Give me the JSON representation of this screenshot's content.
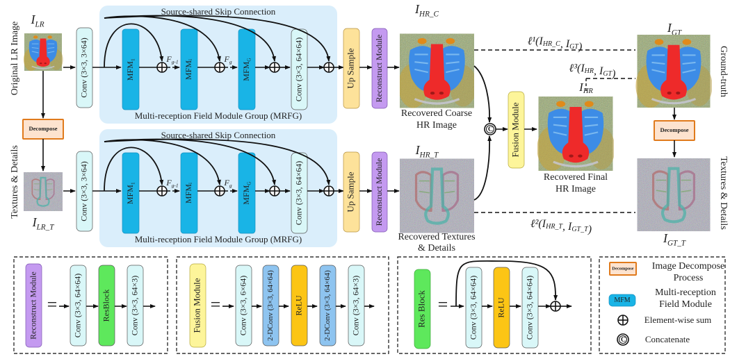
{
  "colors": {
    "mrfg_bg": "#daeefb",
    "mfm": "#19b4e6",
    "conv": "#d9f7f8",
    "upsample": "#fde29a",
    "reconstruct": "#c49af0",
    "fusion": "#fdf59a",
    "resblock": "#5ee85c",
    "relu": "#fcc515",
    "dconv": "#8ec4f0",
    "decompose_fill": "#fde3cf",
    "decompose_border": "#e07a1c",
    "line": "#111111"
  },
  "top_branch": {
    "row_label": "Original LR Image",
    "input_label": "I_LR",
    "conv_in": "Conv (3×3, 3×64)",
    "skip_title": "Source-shared Skip Connection",
    "mfm": [
      "MFM₁",
      "MFMᵢ",
      "MFM_G"
    ],
    "f_labels": [
      "F_g-1",
      "F_g"
    ],
    "conv_out": "Conv (3×3, 64×64)",
    "group_title": "Multi-reception Field Module Group  (MRFG)",
    "upsample": "Up Sample",
    "reconstruct": "Reconstruct Module",
    "output_label": "I_HR_C",
    "output_caption": [
      "Recovered Coarse",
      "HR Image"
    ]
  },
  "bottom_branch": {
    "row_label": "Textures & Details",
    "input_label": "I_LR_T",
    "conv_in": "Conv (3×3, 3×64)",
    "skip_title": "Source-shared Skip Connection",
    "mfm": [
      "MFM₁",
      "MFMᵢ",
      "MFM_G"
    ],
    "f_labels": [
      "F_g-1",
      "F_g"
    ],
    "conv_out": "Conv (3×3, 64×64)",
    "group_title": "Multi-reception Field Module Group  (MRFG)",
    "upsample": "Up Sample",
    "reconstruct": "Reconstruct Module",
    "output_label": "I_HR_T",
    "output_caption": [
      "Recovered Textures",
      "& Details"
    ]
  },
  "decompose_label": "Decompose",
  "fusion": {
    "label": "Fusion Module",
    "concat_symbol": "C",
    "output_label": "I_HR",
    "output_caption": [
      "Recovered Final",
      "HR Image"
    ]
  },
  "ground_truth": {
    "row_label": "Ground-truth",
    "label": "I_GT",
    "texture_row_label": "Textures & Details",
    "texture_label": "I_GT_T"
  },
  "losses": {
    "l1": "ℓ¹(I_HR_C, I_GT)",
    "l3": "ℓ³(I_HR, I_GT)",
    "l2": "ℓ²(I_HR_T, I_GT_T)"
  },
  "panels": {
    "reconstruct": {
      "name": "Reconstruct Module",
      "equals": "=",
      "blocks": [
        "Conv (3×3, 64×64)",
        "ResBlock",
        "Conv (3×3, 64×3)"
      ]
    },
    "fusion": {
      "name": "Fusion Module",
      "equals": "=",
      "blocks": [
        "Conv (3×3, 6×64)",
        "2-DConv (3×3, 64×64)",
        "ReLU",
        "2-DConv (3×3, 64×64)",
        "Conv (3×3, 64×3)"
      ]
    },
    "resblock": {
      "name": "Res Block",
      "equals": "=",
      "blocks": [
        "Conv (3×3, 64×64)",
        "ReLU",
        "Conv (3×3, 64×64)"
      ]
    },
    "legend": {
      "items": [
        {
          "icon": "Decompose",
          "label": [
            "Image Decompose",
            "Process"
          ]
        },
        {
          "icon": "MFM",
          "label": [
            "Multi-reception",
            "Field Module"
          ]
        },
        {
          "icon": "⊕",
          "label": [
            "Element-wise sum"
          ]
        },
        {
          "icon": "©",
          "label": [
            "Concatenate"
          ]
        }
      ]
    }
  }
}
